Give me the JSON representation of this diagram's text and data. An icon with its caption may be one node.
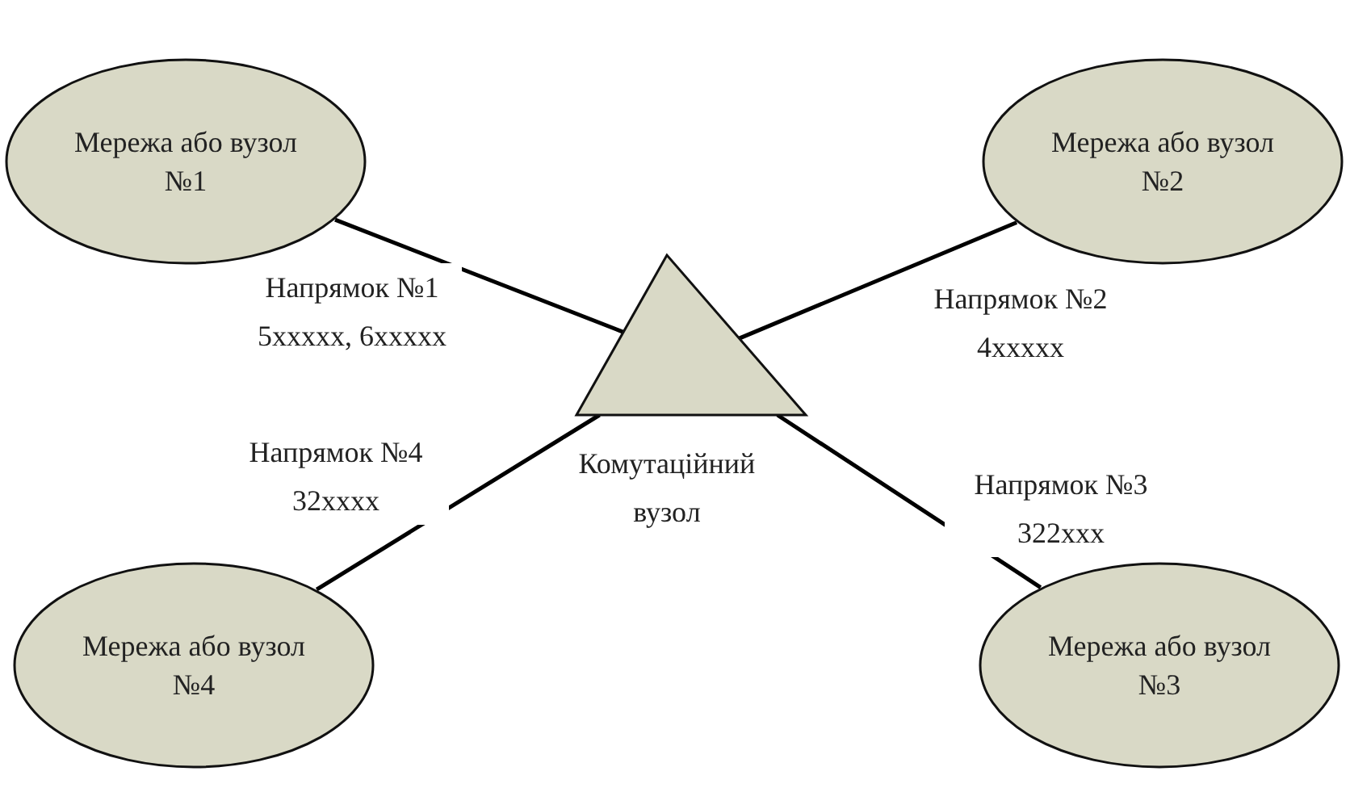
{
  "diagram": {
    "nodes": [
      {
        "text": [
          "Мережа або вузол №1"
        ]
      },
      {
        "text": [
          "Мережа або вузол №2"
        ]
      },
      {
        "text": [
          "Комутаційний вузол"
        ]
      },
      {
        "text": [
          "Мережа або вузол №4"
        ]
      },
      {
        "text": [
          "Мережа або вузол №3"
        ]
      }
    ],
    "edges": [
      {
        "from": 0,
        "to": 2,
        "arrow": "none",
        "label": "Напрямок №1 5xxxxx, 6xxxxx"
      },
      {
        "from": 1,
        "to": 2,
        "arrow": "none",
        "label": "Напрямок №2 4xxxxx"
      },
      {
        "from": 4,
        "to": 2,
        "arrow": "none",
        "label": "Напрямок №3 322xxx"
      },
      {
        "from": 3,
        "to": 2,
        "arrow": "none",
        "label": "Напрямок №4 32xxxx"
      }
    ]
  }
}
